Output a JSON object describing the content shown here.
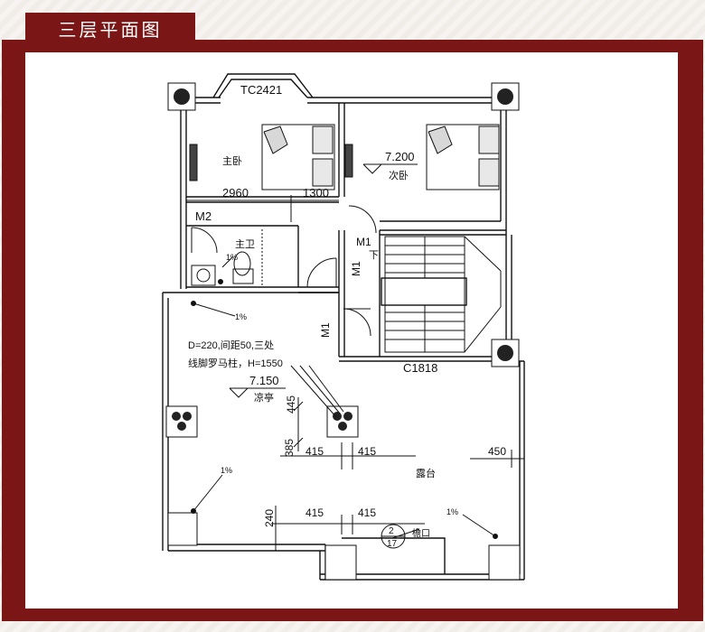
{
  "header": {
    "title": "三层平面图"
  },
  "colors": {
    "frame": "#7a1616",
    "accent_text": "#ffffff"
  },
  "plan": {
    "window_top": "TC2421",
    "master_bedroom": "主卧",
    "second_bedroom": "次卧",
    "master_bath": "主卫",
    "pavilion": "凉亭",
    "terrace": "露台",
    "eave": "檐口",
    "door_m2": "M2",
    "door_m1_a": "M1",
    "door_m1_b": "M1",
    "door_m1_c": "M1",
    "stair_down": "下",
    "window_c1818": "C1818",
    "elev_bedroom": "7.200",
    "elev_pavilion": "7.150",
    "dim_2960": "2960",
    "dim_1300": "1300",
    "dim_445": "445",
    "dim_385": "385",
    "dim_415_a": "415",
    "dim_415_b": "415",
    "dim_450": "450",
    "dim_240": "240",
    "dim_415_c": "415",
    "dim_415_d": "415",
    "slope_1": "1%",
    "slope_2": "1%",
    "slope_3": "1%",
    "slope_4": "1%",
    "column_note_1": "D=220,间距50,三处",
    "column_note_2": "线脚罗马柱，H=1550",
    "detail_top": "2",
    "detail_bottom": "17"
  }
}
